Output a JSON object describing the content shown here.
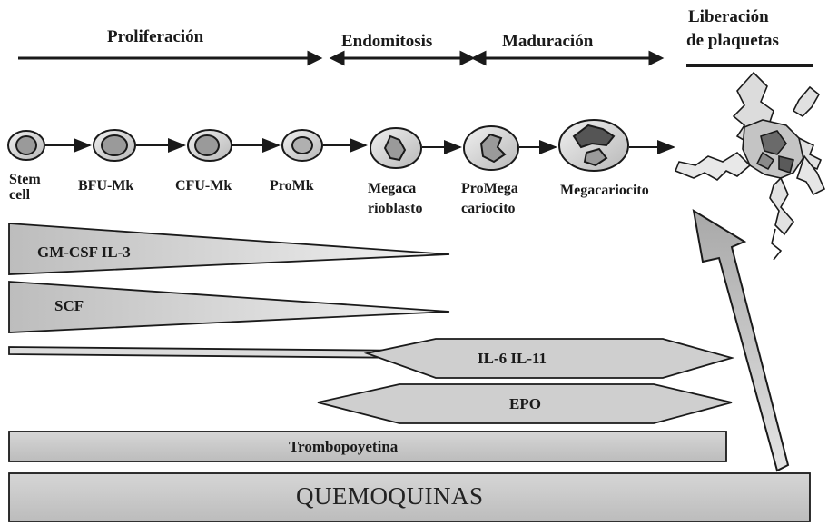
{
  "phases": {
    "proliferation": "Proliferación",
    "endomitosis": "Endomitosis",
    "maturation": "Maduración",
    "release_line1": "Liberación",
    "release_line2": "de plaquetas"
  },
  "cells": [
    {
      "line1": "Stem",
      "line2": "cell"
    },
    {
      "line1": "BFU-Mk",
      "line2": ""
    },
    {
      "line1": "CFU-Mk",
      "line2": ""
    },
    {
      "line1": "ProMk",
      "line2": ""
    },
    {
      "line1": "Megaca",
      "line2": "rioblasto"
    },
    {
      "line1": "ProMega",
      "line2": "cariocito"
    },
    {
      "line1": "Megacariocito",
      "line2": ""
    }
  ],
  "factors": {
    "gm_csf_il3": "GM-CSF IL-3",
    "scf": "SCF",
    "il6_il11": "IL-6 IL-11",
    "epo": "EPO",
    "trombopoyetina": "Trombopoyetina",
    "quemoquinas": "QUEMOQUINAS"
  },
  "colors": {
    "band_fill": "#c9c9c9",
    "band_light": "#e8e8e8",
    "stroke": "#1a1a1a",
    "nucleus": "#9a9a9a",
    "cell_fill": "#d4d4d4"
  }
}
